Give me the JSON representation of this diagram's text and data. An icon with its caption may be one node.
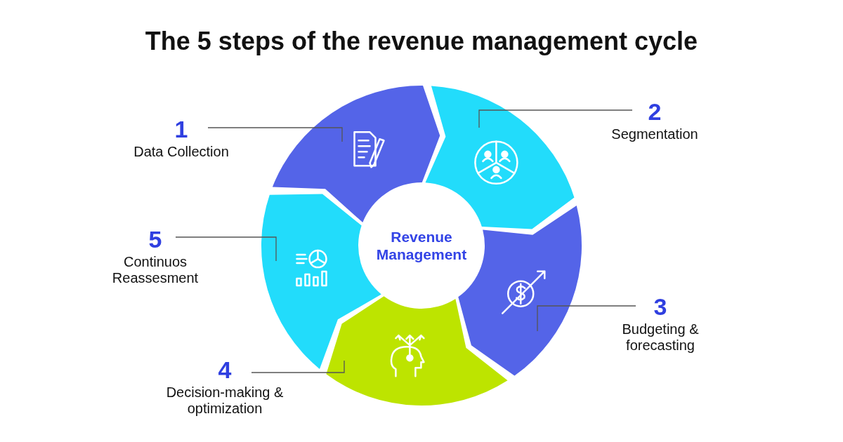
{
  "diagram": {
    "title": "The 5 steps of the revenue management cycle",
    "nodes": [
      {
        "text": [
          "Revenue Management"
        ]
      },
      {
        "text": [],
        "shape": "segment"
      },
      {
        "text": [],
        "shape": "segment"
      },
      {
        "text": [],
        "shape": "segment"
      },
      {
        "text": [],
        "shape": "segment"
      },
      {
        "text": [],
        "shape": "segment"
      },
      {
        "text": [
          "1",
          "Data Collection"
        ]
      },
      {
        "text": [
          "2",
          "Segmentation"
        ]
      },
      {
        "text": [
          "3",
          "Budgeting & forecasting"
        ]
      },
      {
        "text": [
          "4",
          "Decision-making & optimization"
        ]
      },
      {
        "text": [
          "5",
          "Continuos Reassesment"
        ]
      }
    ],
    "edges": [
      {
        "from": 6,
        "to": 1,
        "arrow": "none"
      },
      {
        "from": 7,
        "to": 2,
        "arrow": "none"
      },
      {
        "from": 8,
        "to": 3,
        "arrow": "none"
      },
      {
        "from": 9,
        "to": 4,
        "arrow": "none"
      },
      {
        "from": 10,
        "to": 5,
        "arrow": "none"
      }
    ]
  }
}
